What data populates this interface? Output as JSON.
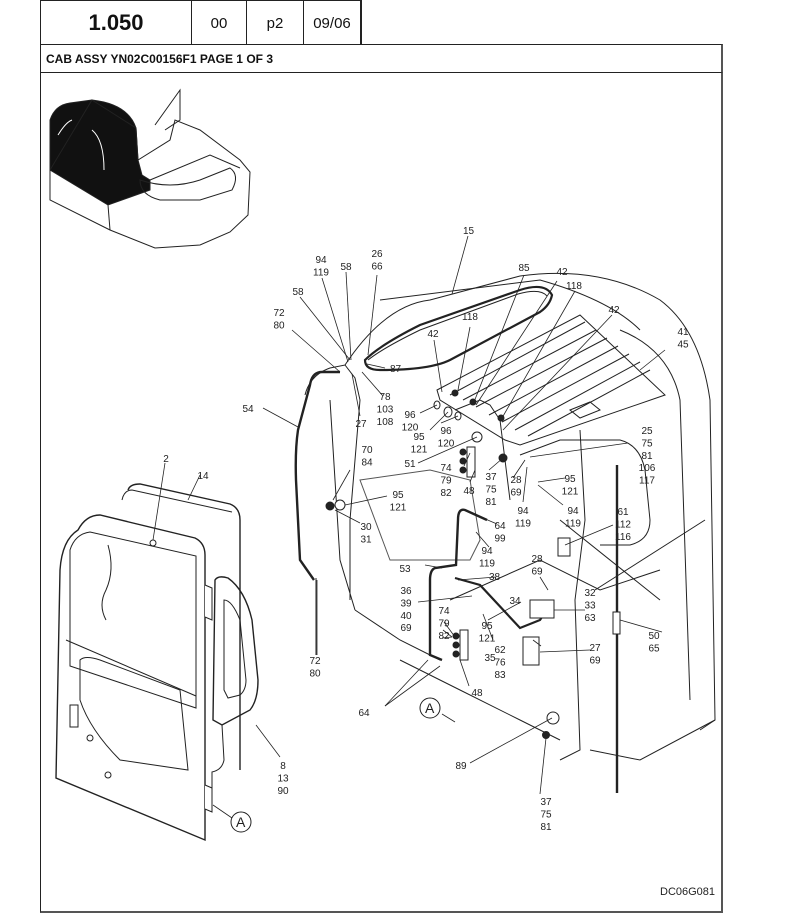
{
  "header": {
    "section_number": "1.050",
    "revision": "00",
    "page": "p2",
    "date": "09/06"
  },
  "title": "CAB ASSY  YN02C00156F1 PAGE 1 OF 3",
  "drawing_code": "DC06G081",
  "detail_marker": "A",
  "callouts": {
    "c15": [
      "15"
    ],
    "c94_119_top": [
      "94",
      "119"
    ],
    "c58_top": [
      "58"
    ],
    "c26_66": [
      "26",
      "66"
    ],
    "c58_left": [
      "58"
    ],
    "c72_80_top": [
      "72",
      "80"
    ],
    "c87": [
      "87"
    ],
    "c78_103_108": [
      "78",
      "103",
      "108"
    ],
    "c27_top": [
      "27"
    ],
    "c54": [
      "54"
    ],
    "c96_120_a": [
      "96",
      "120"
    ],
    "c95_121_a": [
      "95",
      "121"
    ],
    "c96_120_b": [
      "96",
      "120"
    ],
    "c42_a": [
      "42"
    ],
    "c118_a": [
      "118"
    ],
    "c85": [
      "85"
    ],
    "c42_b": [
      "42"
    ],
    "c118_b": [
      "118"
    ],
    "c42_c": [
      "42"
    ],
    "c41_45": [
      "41",
      "45"
    ],
    "c25_group": [
      "25",
      "75",
      "81",
      "106",
      "117"
    ],
    "c51": [
      "51"
    ],
    "c74_79_82_a": [
      "74",
      "79",
      "82"
    ],
    "c48_a": [
      "48"
    ],
    "c37_75_81_a": [
      "37",
      "75",
      "81"
    ],
    "c28_69_a": [
      "28",
      "69"
    ],
    "c95_121_b": [
      "95",
      "121"
    ],
    "c94_119_b": [
      "94",
      "119"
    ],
    "c94_119_c": [
      "94",
      "119"
    ],
    "c61_112_116": [
      "61",
      "112",
      "116"
    ],
    "c70_84": [
      "70",
      "84"
    ],
    "c95_121_c": [
      "95",
      "121"
    ],
    "c30_31": [
      "30",
      "31"
    ],
    "c64_99": [
      "64",
      "99"
    ],
    "c94_119_d": [
      "94",
      "119"
    ],
    "c38": [
      "38"
    ],
    "c28_69_b": [
      "28",
      "69"
    ],
    "c53": [
      "53"
    ],
    "c36_group": [
      "36",
      "39",
      "40",
      "69"
    ],
    "c34": [
      "34"
    ],
    "c32_33_63": [
      "32",
      "33",
      "63"
    ],
    "c74_79_82_b": [
      "74",
      "79",
      "82"
    ],
    "c95_121_d": [
      "95",
      "121"
    ],
    "c62_76_83": [
      "62",
      "76",
      "83"
    ],
    "c35": [
      "35"
    ],
    "c27_69": [
      "27",
      "69"
    ],
    "c50_65": [
      "50",
      "65"
    ],
    "c48_b": [
      "48"
    ],
    "c64_bottom": [
      "64"
    ],
    "c72_80_bottom": [
      "72",
      "80"
    ],
    "c2": [
      "2"
    ],
    "c14": [
      "14"
    ],
    "c8_13_90": [
      "8",
      "13",
      "90"
    ],
    "c89": [
      "89"
    ],
    "c37_75_81_b": [
      "37",
      "75",
      "81"
    ]
  }
}
